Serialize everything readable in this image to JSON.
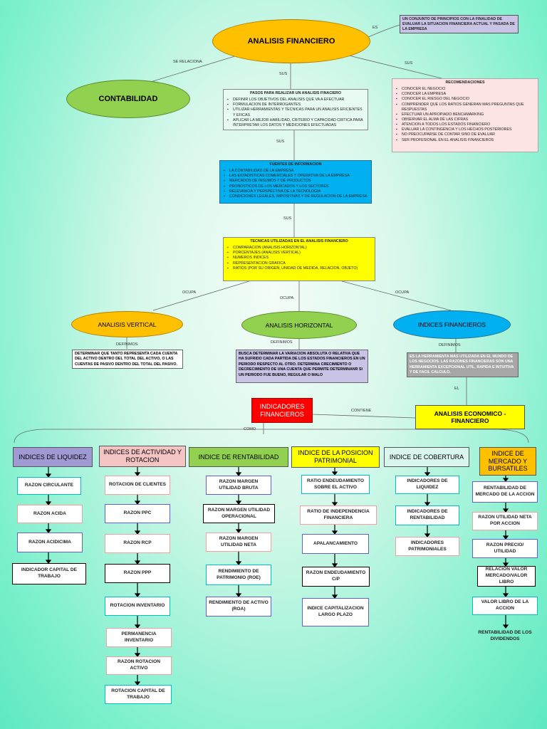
{
  "title": "ANALISIS FINANCIERO",
  "definition": "UN CONJUNTO DE PRINCIPIOS CON LA FINALIDAD DE EVALUAR LA SITUACION FINANCIERA ACTUAL Y PASADA DE LA EMPRESA",
  "contabilidad": "CONTABILIDAD",
  "labels": {
    "es": "ES",
    "se_relaciona": "SE RELACIONA",
    "sus1": "SUS",
    "sus2": "SUS",
    "sus3": "SUS",
    "sus4": "SUS",
    "ocupa1": "OCUPA",
    "ocupa2": "OCUPA",
    "ocupa3": "OCUPA",
    "definimos1": "DEFINIMOS",
    "definimos2": "DEFINIMOS",
    "definimos3": "DEFINIMOS",
    "el": "EL",
    "contiene": "CONTIENE",
    "como": "COMO"
  },
  "pasos": {
    "title": "PASOS PARA REALIZAR UN ANALISIS FINACIERO",
    "items": [
      "DEFINIR LOS OBJETIVOS DEL ANALISIS QUE VA A EFECTUAR",
      "FORMULACION DE INTERROGANTES",
      "UTILIZAR HERRAMIENTAS Y TECNICAS PARA UN ANALISIS EFICIENTES Y EFICAS",
      "APLICAR LA MEJOR HABILIDAD, CRITERIO Y CAPACIDAD CRITICA PARA INTERPRETAR LOS DATOS Y MEDICIONES EFECTUADAS"
    ]
  },
  "recomendaciones": {
    "title": "RECOMENDACIONES",
    "items": [
      "CONOCER EL NEGOCIO",
      "CONOCER LA EMPRESA",
      "CONOCER EL RIESGO DEL NEGOCIO",
      "COMPRENDER QUE LOS RATIOS GENERAN MAS PREGUNTAS QUE RESPUESTAS",
      "EFECTUAR UN APROPIADO BENCHMARKING",
      "OBSERVAR EL ALMA DE LAS CIFRAS",
      "ATENCION A TODOS LOS ESTADOS FINANCIERO",
      "EVALUAR LA CONTINGENCIA Y LOS HECHOS POSTERIORES",
      "NO PREOCUPARSE DE CONTAR SINO DE EVALUAR",
      "SER PROFESIONAL EN EL ANALISIS FINANCIEROS"
    ]
  },
  "fuentes": {
    "title": "FUENTES DE INFORMACION",
    "items": [
      "LA CONTABILIDAD DE LA EMPRESA",
      "LAS ESTADISTICAS COMERCIALES Y OPERATIVA DE LA EMPRESA",
      "MERCADOS DE INSUMOS Y DE PRODUCTOS",
      "PRONOSTICOS DE LOS MERCADOS Y LOS SECTORES",
      "RELEVANCIA Y PERSPECTIVA DE LA TECNOLOGIA",
      "CONDICIONES LEGALES, IMPOSITIVAS Y DE REGULACION DE LA EMPRESA"
    ]
  },
  "tecnicas": {
    "title": "TECNICAS UTILIZADAS EN EL ANALISIS FINANCIERO",
    "items": [
      "COMPARACION (ANALISIS HORIZONTAL)",
      "PORCENTAJES (ANALISIS VERTICAL)",
      "NUMEROS INDICES",
      "REPRESENTACION GRAFICA",
      "RATIOS (POR SU ORIGEN, UNIDAD DE MEDIDA, RELACION, OBJETO)"
    ]
  },
  "vertical": {
    "title": "ANALISIS VERTICAL",
    "desc": "DETERMINAR QUE TANTO REPRESENTA CADA CUENTA DEL ACTIVO DENTRO DEL TOTAL DEL ACTIVO, O LAS CUENTAS DE PASIVO DENTRO DEL TOTAL DEL PASIVO."
  },
  "horizontal": {
    "title": "ANALISIS HORIZONTAL",
    "desc": "BUSCA DETERMINAR LA VARIACION ABSOLUTA O RELATIVA QUE HA SUFRIDO CADA PARTIDA DE LOS ESTADOS FINANCIEROS EN UN PERIODO RESPECTO AL OTRO. DETERMINA CRECIMIENTO O DECRECIMIENTO DE UNA CUENTA QUE PERMITE DETERMINANR SI UN PERIODO FUE BUENO, REGULAR O MALO"
  },
  "indices": {
    "title": "INDICES FINANCIEROS",
    "desc": "ES LA HERRAMIENTA MAS UTILIZADA EN EL MUNDO DE LOS NEGOCIOS. LAS RAZONES FINANCIERAS SON UNA HERRAMIENTA EXCEPCIONAL UTIL, RAPIDA E INTUITIVA Y DE FACIL CALCULO."
  },
  "economico": "ANALISIS ECONOMICO - FINANCIERO",
  "indicadores": "INDICADORES FINANCIEROS",
  "categories": [
    {
      "title": "INDICES DE LIQUIDEZ",
      "items": [
        "RAZON CIRCULANTE",
        "RAZON ACIDA",
        "RAZON ACIDICIMA",
        "INDICADOR CAPITAL DE TRABAJO"
      ]
    },
    {
      "title": "INDICES DE ACTIVIDAD Y ROTACION",
      "items": [
        "ROTACION DE CLIENTES",
        "RAZON PPC",
        "RAZON RCP",
        "RAZON PPP",
        "ROTACION INVENTARIO",
        "PERMANENCIA INVENTARIO",
        "RAZON ROTACION ACTIVO",
        "ROTACION CAPITAL DE TRABAJO"
      ]
    },
    {
      "title": "INDICE DE RENTABILIDAD",
      "items": [
        "RAZON MARGEN UTILIDAD BRUTA",
        "RAZON MARGEN UTILIDAD OPERACIONAL",
        "RAZON MARGEN UTILIDAD NETA",
        "RENDIMIENTO DE PATRIMONIO (ROE)",
        "RENDIMIENTO DE ACTIVO (ROA)"
      ]
    },
    {
      "title": "INDICE DE LA POSICION PATRIMONIAL",
      "items": [
        "RATIO ENDEUDAMIENTO SOBRE EL ACTIVO",
        "RATIO DE INDEPENDENCIA FINANCIERA",
        "APALANCAMIENTO",
        "RAZON ENDEUDAMIENTO C/P",
        "INDICE CAPITALIZACION LARGO PLAZO"
      ]
    },
    {
      "title": "INDICE DE COBERTURA",
      "items": [
        "INDICADORES DE LIQUIDEZ",
        "INDICADORES DE RENTABILIDAD",
        "INDICADORES PATRIMONIALES"
      ]
    },
    {
      "title": "INDICE DE MERCADO Y BURSATILES",
      "items": [
        "RENTABILIDAD DE MERCADO DE LA ACCION",
        "RAZON UTILIDAD NETA POR ACCION",
        "RAZON PRECIO/ UTILIDAD",
        "RELACION VALOR MERCADO/VALOR LIBRO",
        "VALOR LIBRO DE LA ACCION",
        "RENTABILIDAD DE LOS DIVIDENDOS"
      ]
    }
  ],
  "colors": {
    "title_oval": "#ffc000",
    "contabilidad_oval": "#92d050",
    "vertical_oval": "#ffc000",
    "horizontal_oval": "#92d050",
    "indices_oval": "#00b0f0",
    "definition": "#c9c3e6",
    "recomendaciones": "#fde4e4",
    "fuentes": "#00b0f0",
    "tecnicas": "#ffff00",
    "indicadores": "#ff0000",
    "economico": "#ffff00"
  }
}
